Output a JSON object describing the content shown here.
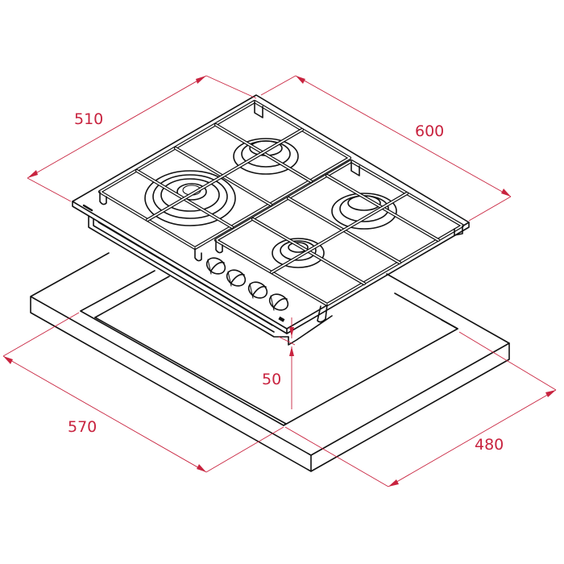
{
  "figure": {
    "subject": "Gas hob installation dimension drawing",
    "units": "mm",
    "accent_color": "#c8233f",
    "line_color": "#111111",
    "background": "#ffffff"
  },
  "dimensions": {
    "hob_depth": {
      "label": "510"
    },
    "hob_width": {
      "label": "600"
    },
    "cutout_width": {
      "label": "570"
    },
    "cutout_depth": {
      "label": "480"
    },
    "min_distance_front": {
      "label": "50"
    }
  },
  "hob": {
    "burners": 4,
    "control_knobs": 4,
    "grates": 2
  }
}
